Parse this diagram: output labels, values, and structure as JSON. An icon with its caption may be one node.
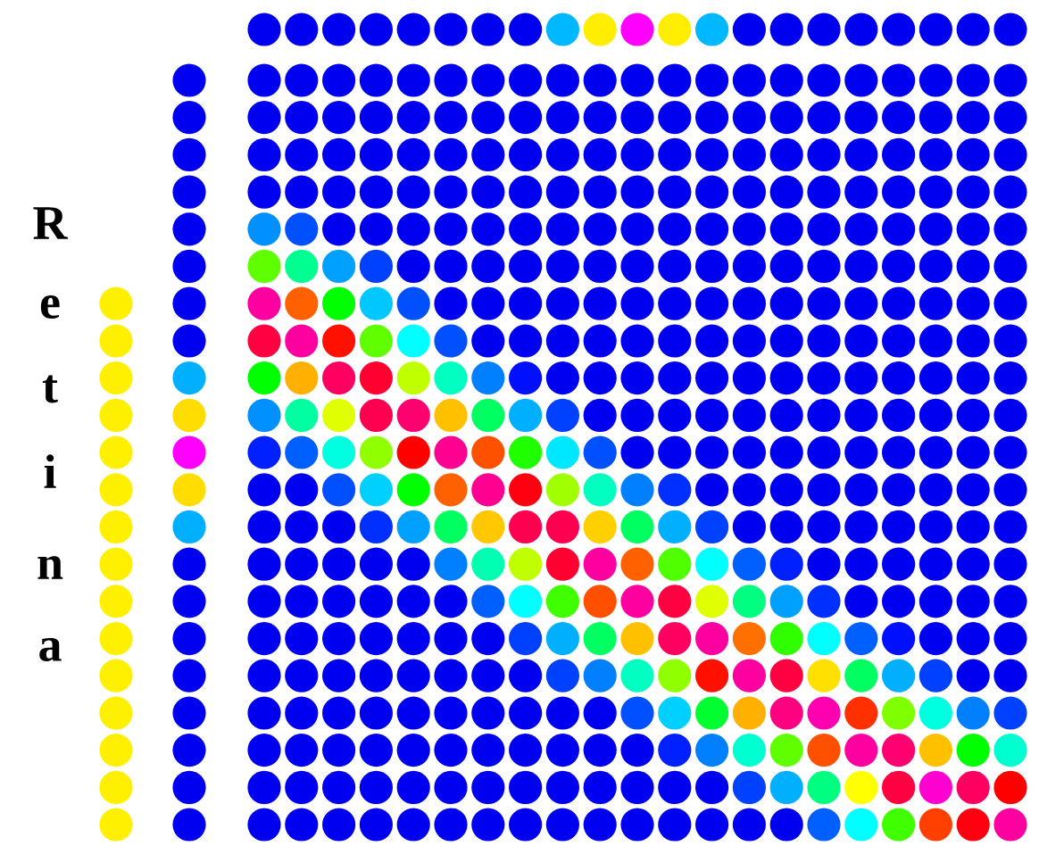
{
  "diagram": {
    "labels": [
      "R",
      "e",
      "t",
      "i",
      "n",
      "a"
    ]
  }
}
